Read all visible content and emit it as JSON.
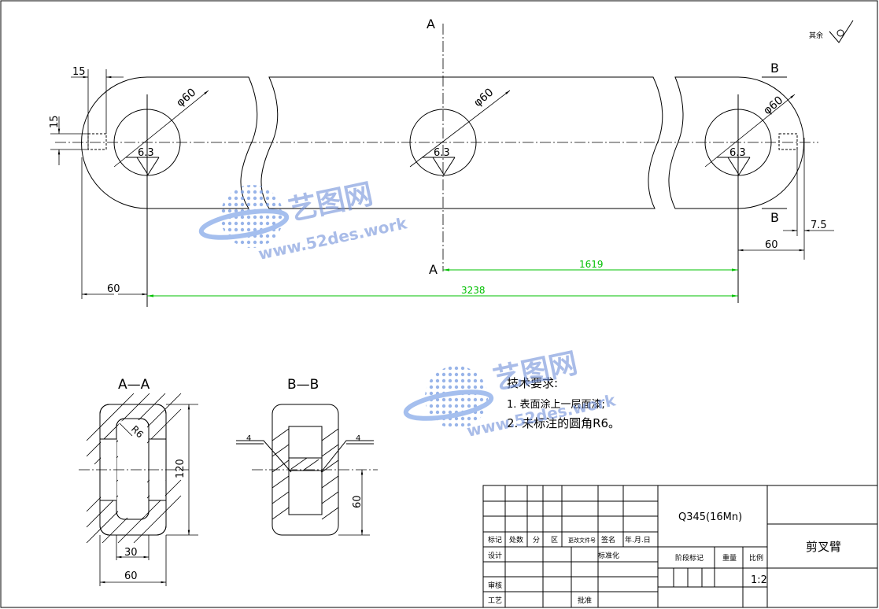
{
  "section_labels": {
    "cut_a_top": "A",
    "cut_a_bottom": "A",
    "cut_b_top": "B",
    "cut_b_bottom": "B",
    "view_aa": "A—A",
    "view_bb": "B—B"
  },
  "dimensions": {
    "d15_horizontal": "15",
    "d15_vertical": "15",
    "dia_left": "φ60",
    "dia_mid": "φ60",
    "dia_right": "φ60",
    "rough_left": "6.3",
    "rough_mid": "6.3",
    "rough_right": "6.3",
    "d60_left": "60",
    "d60_right": "60",
    "d7_5": "7.5",
    "d1619": "1619",
    "d3238": "3238",
    "aa_r6": "R6",
    "aa_120": "120",
    "aa_30": "30",
    "aa_60": "60",
    "bb_60": "60",
    "bb_weld_left": "4",
    "bb_weld_right": "4"
  },
  "rough_note": "其余",
  "tech_requirements": {
    "title": "技术要求:",
    "item1": "1. 表面涂上一层面漆;",
    "item2": "2. 未标注的圆角R6。"
  },
  "title_block": {
    "material": "Q345(16Mn)",
    "part_name": "剪叉臂",
    "scale": "1:2",
    "row_headers": [
      "标记",
      "处数",
      "分",
      "区",
      "更改文件号",
      "签名",
      "年.月.日"
    ],
    "design": "设计",
    "standardization": "标准化",
    "review": "审核",
    "process": "工艺",
    "approve": "批准",
    "stage_mark": "阶段标记",
    "weight": "重量",
    "scale_label": "比例"
  },
  "watermark": {
    "name": "艺图网",
    "url": "www.52des.work"
  },
  "colors": {
    "dimension_green": "#00c000",
    "watermark_blue": "#6f8fd8"
  }
}
